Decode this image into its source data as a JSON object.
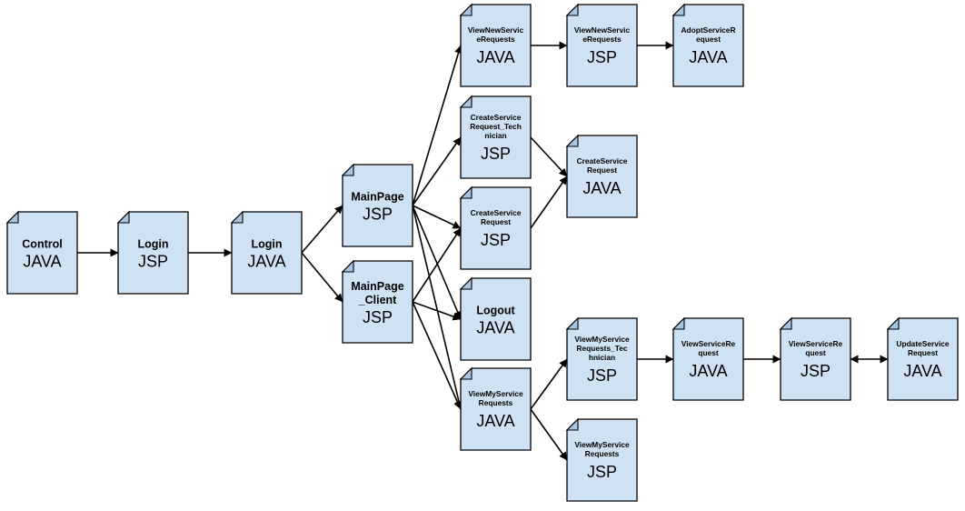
{
  "nodes": [
    {
      "id": "control_java",
      "name": [
        "Control"
      ],
      "type": "JAVA"
    },
    {
      "id": "login_jsp",
      "name": [
        "Login"
      ],
      "type": "JSP"
    },
    {
      "id": "login_java",
      "name": [
        "Login"
      ],
      "type": "JAVA"
    },
    {
      "id": "mainpage_jsp",
      "name": [
        "MainPage"
      ],
      "type": "JSP"
    },
    {
      "id": "mainpage_client_jsp",
      "name": [
        "MainPage",
        "_Client"
      ],
      "type": "JSP"
    },
    {
      "id": "viewnew_java",
      "name": [
        "ViewNewServic",
        "eRequests"
      ],
      "type": "JAVA"
    },
    {
      "id": "viewnew_jsp",
      "name": [
        "ViewNewServic",
        "eRequests"
      ],
      "type": "JSP"
    },
    {
      "id": "adopt_java",
      "name": [
        "AdoptServiceR",
        "equest"
      ],
      "type": "JAVA"
    },
    {
      "id": "create_tech_jsp",
      "name": [
        "CreateService",
        "Request_Tech",
        "nician"
      ],
      "type": "JSP"
    },
    {
      "id": "create_java",
      "name": [
        "CreateService",
        "Request"
      ],
      "type": "JAVA"
    },
    {
      "id": "create_jsp",
      "name": [
        "CreateService",
        "Request"
      ],
      "type": "JSP"
    },
    {
      "id": "logout_java",
      "name": [
        "Logout"
      ],
      "type": "JAVA"
    },
    {
      "id": "viewmy_java",
      "name": [
        "ViewMyService",
        "Requests"
      ],
      "type": "JAVA"
    },
    {
      "id": "viewmy_tech_jsp",
      "name": [
        "ViewMyService",
        "Requests_Tec",
        "hnician"
      ],
      "type": "JSP"
    },
    {
      "id": "viewmy_jsp",
      "name": [
        "ViewMyService",
        "Requests"
      ],
      "type": "JSP"
    },
    {
      "id": "viewreq_java",
      "name": [
        "ViewServiceRe",
        "quest"
      ],
      "type": "JAVA"
    },
    {
      "id": "viewreq_jsp",
      "name": [
        "ViewServiceRe",
        "quest"
      ],
      "type": "JSP"
    },
    {
      "id": "update_java",
      "name": [
        "UpdateService",
        "Request"
      ],
      "type": "JAVA"
    }
  ],
  "edges": [
    {
      "from": "control_java",
      "to": "login_jsp"
    },
    {
      "from": "login_jsp",
      "to": "login_java"
    },
    {
      "from": "login_java",
      "to": "mainpage_jsp"
    },
    {
      "from": "login_java",
      "to": "mainpage_client_jsp"
    },
    {
      "from": "mainpage_jsp",
      "to": "viewnew_java"
    },
    {
      "from": "mainpage_jsp",
      "to": "create_tech_jsp"
    },
    {
      "from": "mainpage_jsp",
      "to": "create_jsp"
    },
    {
      "from": "mainpage_jsp",
      "to": "logout_java"
    },
    {
      "from": "mainpage_jsp",
      "to": "viewmy_java"
    },
    {
      "from": "mainpage_client_jsp",
      "to": "create_jsp"
    },
    {
      "from": "mainpage_client_jsp",
      "to": "logout_java"
    },
    {
      "from": "mainpage_client_jsp",
      "to": "viewmy_java"
    },
    {
      "from": "viewnew_java",
      "to": "viewnew_jsp"
    },
    {
      "from": "viewnew_jsp",
      "to": "adopt_java"
    },
    {
      "from": "create_tech_jsp",
      "to": "create_java"
    },
    {
      "from": "create_jsp",
      "to": "create_java"
    },
    {
      "from": "viewmy_java",
      "to": "viewmy_tech_jsp"
    },
    {
      "from": "viewmy_java",
      "to": "viewmy_jsp"
    },
    {
      "from": "viewmy_tech_jsp",
      "to": "viewreq_java"
    },
    {
      "from": "viewreq_java",
      "to": "viewreq_jsp"
    },
    {
      "from": "viewreq_jsp",
      "to": "update_java",
      "bidirectional": true
    }
  ]
}
